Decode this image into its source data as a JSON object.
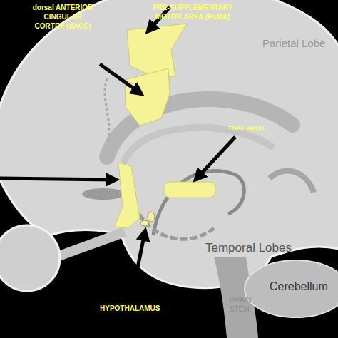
{
  "diagram": {
    "labels": [
      "dorsal ANTERIOR CINGULAR CORTEX (dACC)",
      "PRE-SUPPLEMENTARY MOTOR AREA (PsMA)",
      "Parietal Lobe",
      "THALAMUS",
      "Temporal Lobes",
      "Cerebellum",
      "BRAIN STEM",
      "HYPOTHALAMUS"
    ]
  }
}
